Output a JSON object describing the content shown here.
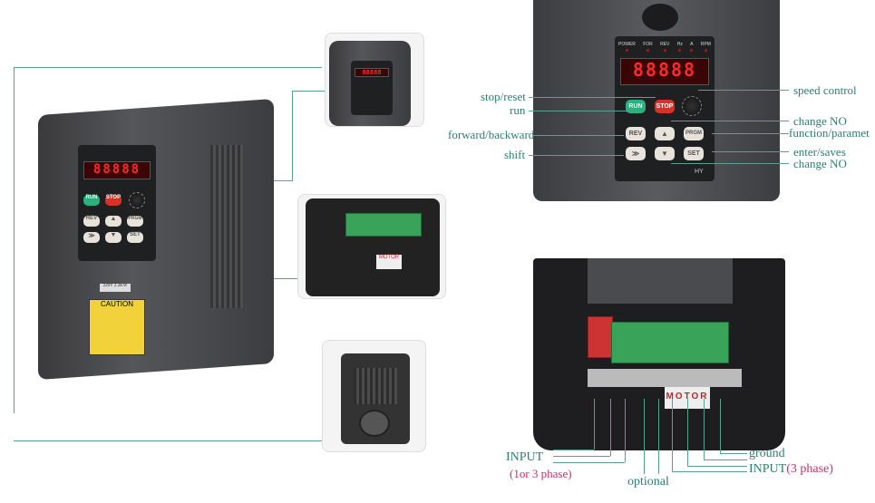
{
  "keypad": {
    "display": "88888",
    "indicators": [
      "POWER",
      "FOR",
      "REV",
      "Hz",
      "A",
      "RPM"
    ],
    "buttons": {
      "run": "RUN",
      "stop": "STOP",
      "rev": "REV",
      "up": "▲",
      "prgm": "PRGM",
      "shift": "≫",
      "down": "▼",
      "set": "SET"
    },
    "brand": "HY"
  },
  "main_unit": {
    "caution": "CAUTION",
    "rating": "220V 2.2KW"
  },
  "motor_label": "MOTOR",
  "keypad_callouts": {
    "left": [
      "stop/reset",
      "run",
      "forward/backward",
      "shift"
    ],
    "right": [
      "speed control",
      "change NO",
      "function/paramet",
      "enter/saves",
      "change NO"
    ]
  },
  "terminal_callouts": {
    "input": "INPUT",
    "input_phase": "(1or 3 phase)",
    "optional": "optional",
    "ground": "ground",
    "input3": "INPUT",
    "input3_phase": "(3 phase)"
  },
  "colors": {
    "label": "#2e7d72",
    "phase": "#c2336a",
    "body": "#4a4b4f"
  }
}
